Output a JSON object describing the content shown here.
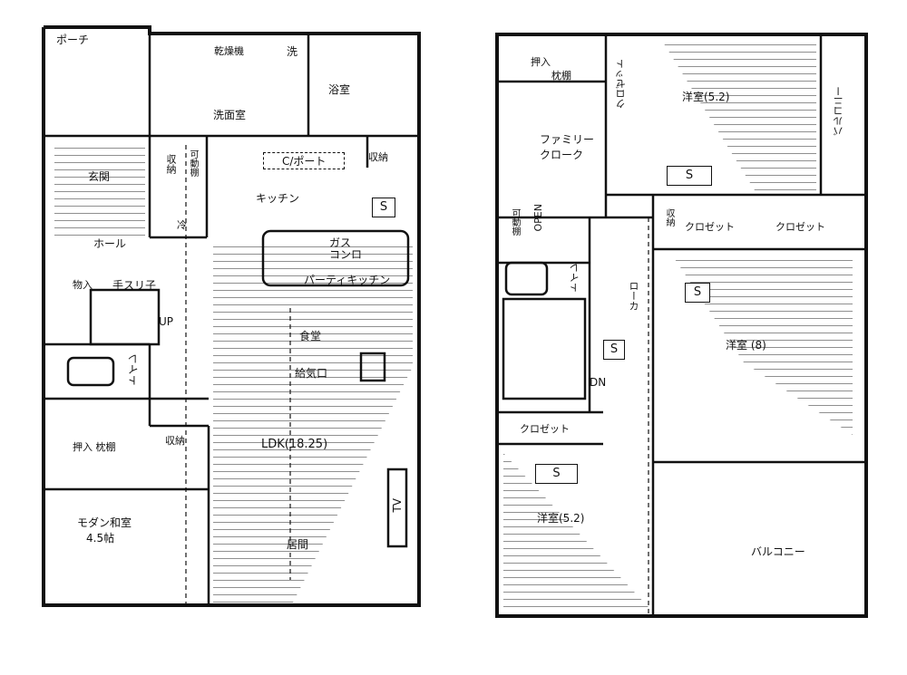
{
  "floor1": {
    "rooms": {
      "porch": "ポーチ",
      "dryer": "乾燥機",
      "washer": "洗",
      "bath": "浴室",
      "washroom": "洗面室",
      "entrance": "玄関",
      "storage_entrance": "収納",
      "movable_shelf": "可動棚",
      "c_port": "C/ポート",
      "storage_kitchen": "収納",
      "kitchen": "キッチン",
      "s_mark": "S",
      "fridge": "冷",
      "hall": "ホール",
      "gas_stove": "ガス コンロ",
      "party_kitchen": "パーティキッチン",
      "closet_small": "物入",
      "handrail": "手スリ子",
      "up": "UP",
      "dining": "食堂",
      "toilet": "トイレ",
      "air_vent": "給気口",
      "oshiire": "押入 枕棚",
      "storage_hall": "収納",
      "ldk": "LDK(18.25)",
      "japanese_room": "モダン和室",
      "japanese_room_size": "4.5帖",
      "living": "居間",
      "tv": "TV"
    }
  },
  "floor2": {
    "rooms": {
      "oshiire": "押入",
      "makuradana": "枕棚",
      "closet_top": "クロゼット",
      "western_room_1": "洋室(5.2)",
      "balcony_top": "バルコニー",
      "family_cloak_1": "ファミリー",
      "family_cloak_2": "クローク",
      "s_mark_1": "S",
      "open": "OPEN",
      "movable_shelf": "可動棚",
      "storage": "収納",
      "closet_mid_1": "クロゼット",
      "closet_mid_2": "クロゼット",
      "toilet": "トイレ",
      "s_mark_2": "S",
      "corridor": "ローカ",
      "western_room_2": "洋室 (8)",
      "s_mark_3": "S",
      "dn": "DN",
      "closet_bottom": "クロゼット",
      "s_mark_4": "S",
      "western_room_3": "洋室(5.2)",
      "balcony_bottom": "バルコニー"
    }
  }
}
